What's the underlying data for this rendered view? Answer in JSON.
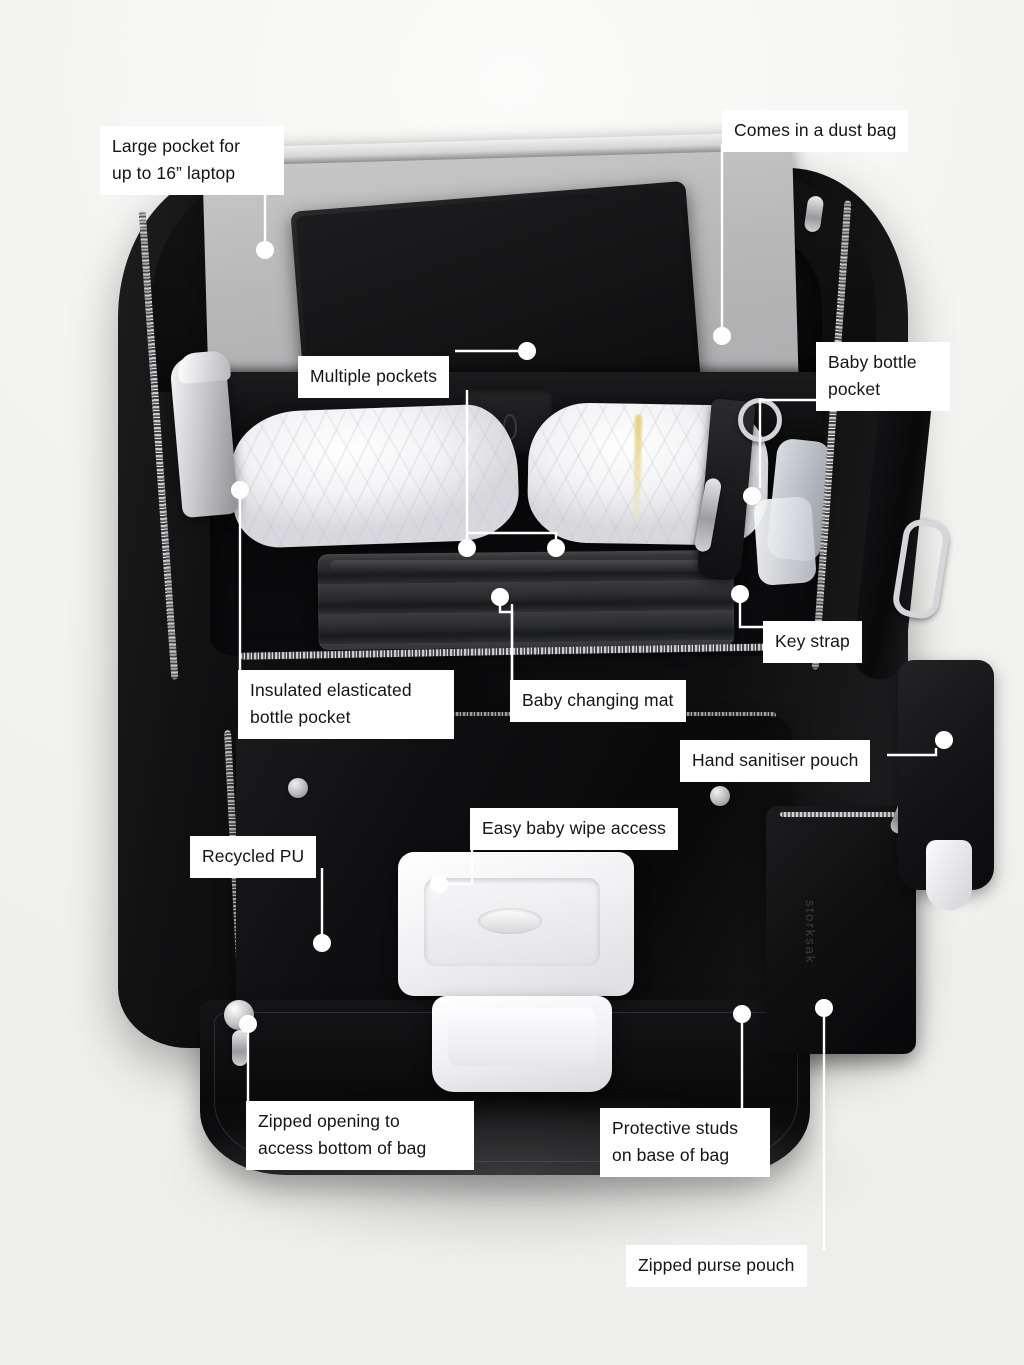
{
  "page": {
    "background_color": "#f2f2f0",
    "label_background": "#ffffff",
    "label_text_color": "#141414",
    "leader_color": "#ffffff",
    "product": "black recycled PU baby changing backpack, interior view with accessories"
  },
  "brand": {
    "purse_logo": "storksak"
  },
  "callouts": [
    {
      "id": "laptop-pocket",
      "text": "Large pocket for\nup to 16” laptop"
    },
    {
      "id": "dust-bag",
      "text": "Comes in a dust bag"
    },
    {
      "id": "multiple-pockets",
      "text": "Multiple pockets"
    },
    {
      "id": "baby-bottle-pocket",
      "text": "Baby bottle\npocket"
    },
    {
      "id": "insulated-bottle",
      "text": "Insulated elasticated\nbottle pocket"
    },
    {
      "id": "changing-mat",
      "text": "Baby changing mat"
    },
    {
      "id": "key-strap",
      "text": "Key strap"
    },
    {
      "id": "hand-sanitiser",
      "text": "Hand sanitiser pouch"
    },
    {
      "id": "recycled-pu",
      "text": "Recycled PU"
    },
    {
      "id": "wipe-access",
      "text": "Easy baby wipe access"
    },
    {
      "id": "zipped-opening",
      "text": "Zipped opening to\naccess bottom of bag"
    },
    {
      "id": "protective-studs",
      "text": "Protective studs\non base of bag"
    },
    {
      "id": "zipped-purse",
      "text": "Zipped purse pouch"
    }
  ]
}
